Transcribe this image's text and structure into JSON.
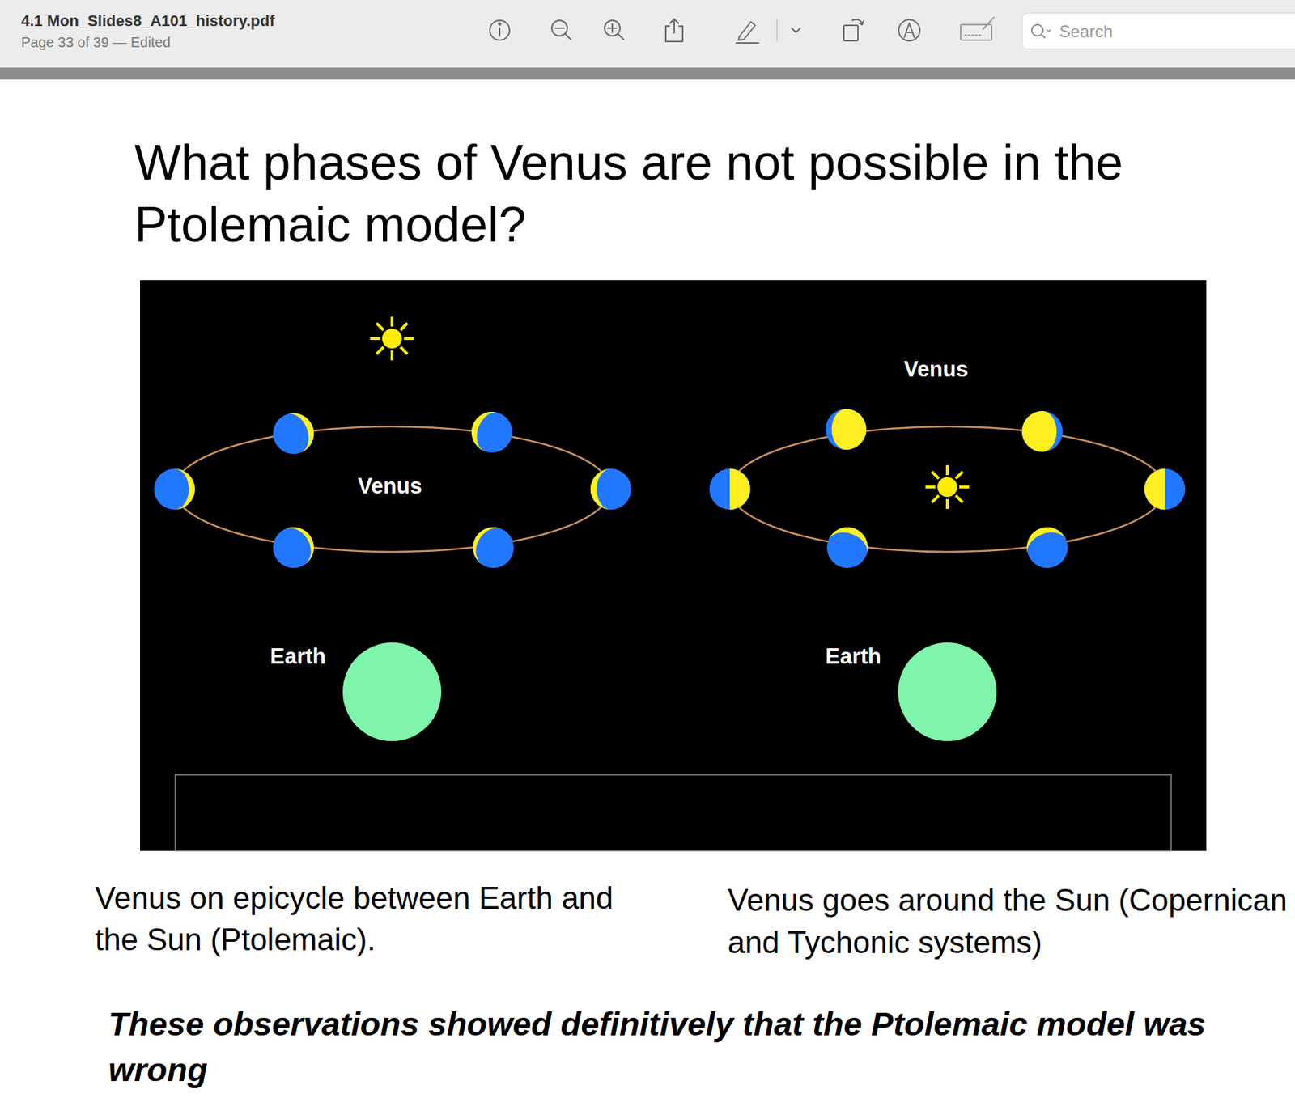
{
  "diagram": {
    "title": "What phases of Venus are not possible in the Ptolemaic model?",
    "caption": "These observations showed definitively that the Ptolemaic model was wrong",
    "nodes": [
      {
        "text": [
          "Search"
        ]
      },
      {
        "text": [
          "Earth"
        ]
      },
      {
        "text": [
          "Earth"
        ]
      }
    ],
    "labels": [
      "4.1 Mon_Slides8_A101_history.pdf",
      "Page 33 of 39 — Edited",
      "Venus",
      "Venus",
      "Venus on epicycle between Earth and the Sun (Ptolemaic).",
      "Venus goes around the Sun (Copernican and Tychonic systems)"
    ]
  }
}
